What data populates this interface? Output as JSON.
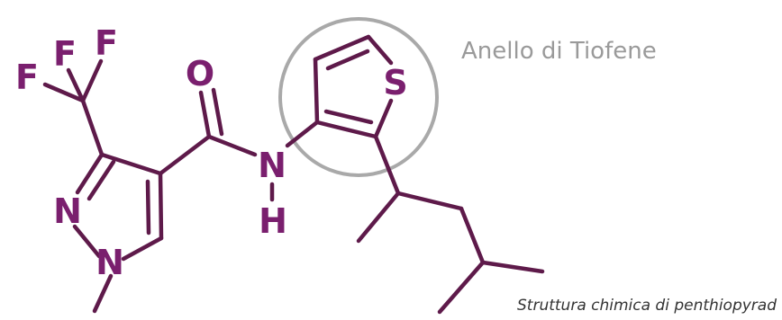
{
  "atoms": {
    "f1": "F",
    "f2": "F",
    "f3": "F",
    "o": "O",
    "n_amide": "N",
    "h_amide": "H",
    "n_pyrazole_2": "N",
    "n_pyrazole_1": "N",
    "s_thiophene": "S"
  },
  "annotation": {
    "ring_label": "Anello di Tiofene"
  },
  "caption": "Struttura chimica di penthiopyrad",
  "colors": {
    "bond": "#5e1a4a",
    "atom_label": "#7a1f6e",
    "highlight_ring": "#a9a9a9",
    "label_text": "#9a9a9a"
  }
}
